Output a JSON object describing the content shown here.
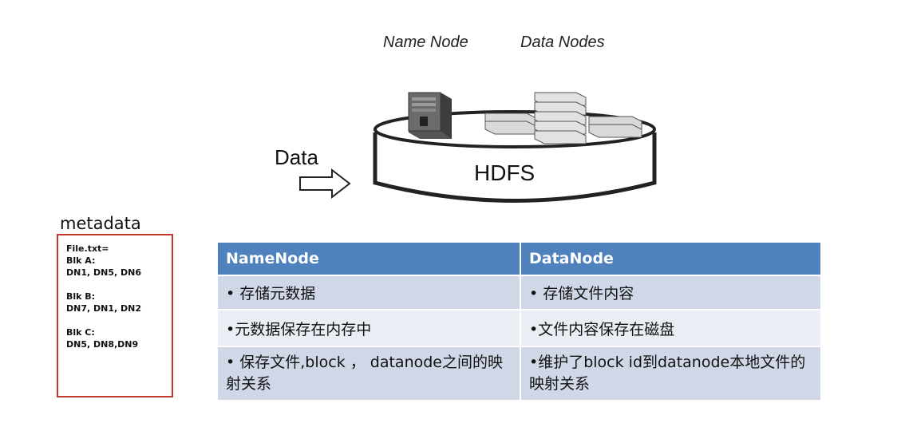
{
  "diagram": {
    "name_node_label": "Name Node",
    "data_nodes_label": "Data Nodes",
    "data_label": "Data",
    "hdfs_label": "HDFS"
  },
  "metadata": {
    "title": "metadata",
    "lines": [
      "File.txt=",
      "Blk A:",
      "DN1, DN5, DN6",
      "",
      "Blk B:",
      "DN7, DN1, DN2",
      "",
      "Blk C:",
      "DN5, DN8,DN9"
    ]
  },
  "table": {
    "headers": [
      "NameNode",
      "DataNode"
    ],
    "rows": [
      [
        "• 存储元数据",
        "• 存储文件内容"
      ],
      [
        "•元数据保存在内存中",
        "•文件内容保存在磁盘"
      ],
      [
        "• 保存文件,block ， datanode之间的映射关系",
        "•维护了block id到datanode本地文件的映射关系"
      ]
    ]
  },
  "colors": {
    "header_bg": "#4f81bd",
    "row_dark": "#d0d8e8",
    "row_light": "#e9edf4",
    "metadata_border": "#c0392b"
  }
}
